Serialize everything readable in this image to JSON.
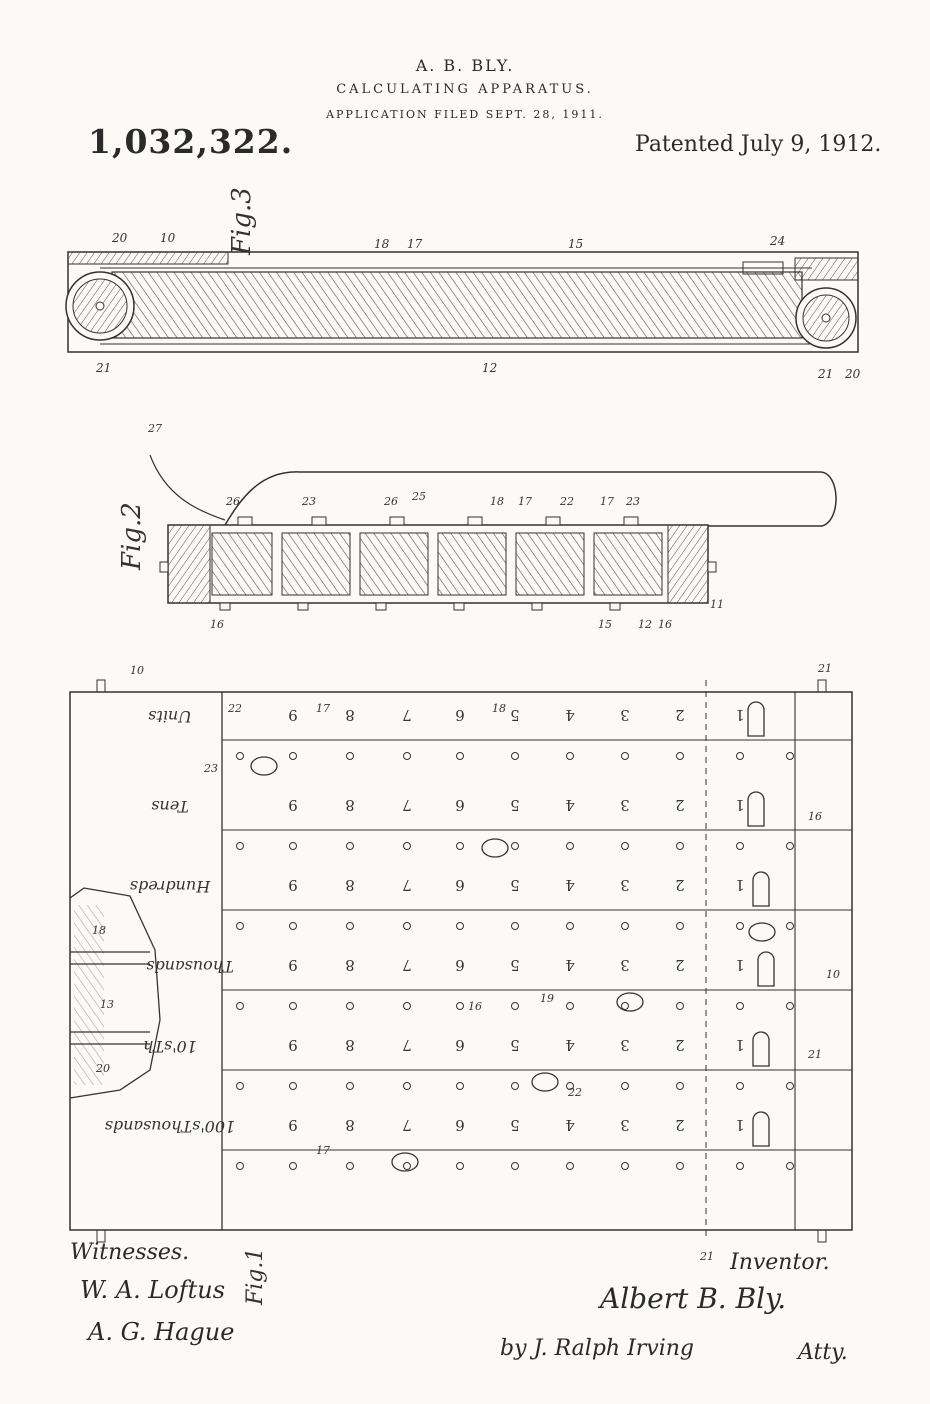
{
  "header": {
    "inventor": "A. B. BLY.",
    "title": "CALCULATING APPARATUS.",
    "application": "APPLICATION FILED SEPT. 28, 1911.",
    "patent_number": "1,032,322.",
    "patented": "Patented July 9, 1912."
  },
  "figures": {
    "fig1": "Fig.1",
    "fig2": "Fig.2",
    "fig3": "Fig.3"
  },
  "rows": [
    "Units",
    "Tens",
    "Hundreds",
    "Thousands",
    "10'sTh",
    "100'sThousands"
  ],
  "digits": [
    "9",
    "8",
    "7",
    "6",
    "5",
    "4",
    "3",
    "2",
    "1"
  ],
  "reference_numerals": {
    "fig3": [
      "20",
      "10",
      "18",
      "17",
      "15",
      "24",
      "21",
      "12",
      "21",
      "20"
    ],
    "fig2": [
      "27",
      "26",
      "23",
      "26",
      "25",
      "18",
      "17",
      "22",
      "17",
      "23",
      "16",
      "15",
      "12",
      "16",
      "11"
    ],
    "fig1": [
      "10",
      "21",
      "22",
      "17",
      "18",
      "23",
      "16",
      "18",
      "13",
      "20",
      "10",
      "16",
      "19",
      "22",
      "21",
      "17",
      "21"
    ]
  },
  "footer": {
    "witnesses_label": "Witnesses.",
    "witness_1": "W. A. Loftus",
    "witness_2": "A. G. Hague",
    "inventor_label": "Inventor.",
    "inventor_signature": "Albert B. Bly.",
    "attorney": "by J. Ralph Irving",
    "attorney_suffix": "Atty."
  }
}
